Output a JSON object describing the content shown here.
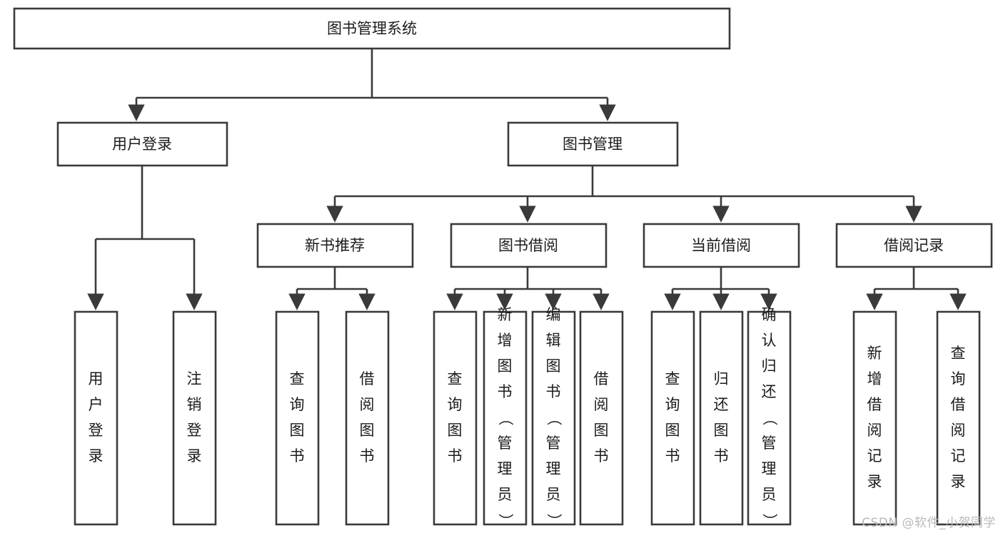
{
  "diagram": {
    "title": "图书管理系统",
    "type": "tree",
    "root": {
      "id": "root",
      "label": "图书管理系统",
      "level": 0
    },
    "level1": [
      {
        "id": "user-login",
        "label": "用户登录"
      },
      {
        "id": "book-manage",
        "label": "图书管理"
      }
    ],
    "level2": [
      {
        "id": "new-book-rec",
        "label": "新书推荐",
        "parent": "book-manage"
      },
      {
        "id": "book-borrow",
        "label": "图书借阅",
        "parent": "book-manage"
      },
      {
        "id": "current-borrow",
        "label": "当前借阅",
        "parent": "book-manage"
      },
      {
        "id": "borrow-record",
        "label": "借阅记录",
        "parent": "book-manage"
      }
    ],
    "leaves": {
      "user-login": [
        {
          "id": "leaf-user-login",
          "label": "用户登录"
        },
        {
          "id": "leaf-logout",
          "label": "注销登录"
        }
      ],
      "new-book-rec": [
        {
          "id": "leaf-query-book-1",
          "label": "查询图书"
        },
        {
          "id": "leaf-borrow-book-1",
          "label": "借阅图书"
        }
      ],
      "book-borrow": [
        {
          "id": "leaf-query-book-2",
          "label": "查询图书"
        },
        {
          "id": "leaf-add-book",
          "label": "新增图书（管理员）"
        },
        {
          "id": "leaf-edit-book",
          "label": "编辑图书（管理员）"
        },
        {
          "id": "leaf-borrow-book-2",
          "label": "借阅图书"
        }
      ],
      "current-borrow": [
        {
          "id": "leaf-query-book-3",
          "label": "查询图书"
        },
        {
          "id": "leaf-return-book",
          "label": "归还图书"
        },
        {
          "id": "leaf-confirm-return",
          "label": "确认归还（管理员）"
        }
      ],
      "borrow-record": [
        {
          "id": "leaf-add-record",
          "label": "新增借阅记录"
        },
        {
          "id": "leaf-query-record",
          "label": "查询借阅记录"
        }
      ]
    },
    "colors": {
      "box_fill": "#ffffff",
      "box_stroke": "#3a3a3a",
      "text": "#1b1b1b",
      "edge": "#3a3a3a",
      "watermark": "#b9b9b9"
    }
  },
  "watermark": {
    "text": "CSDN @软件_小贺同学"
  }
}
